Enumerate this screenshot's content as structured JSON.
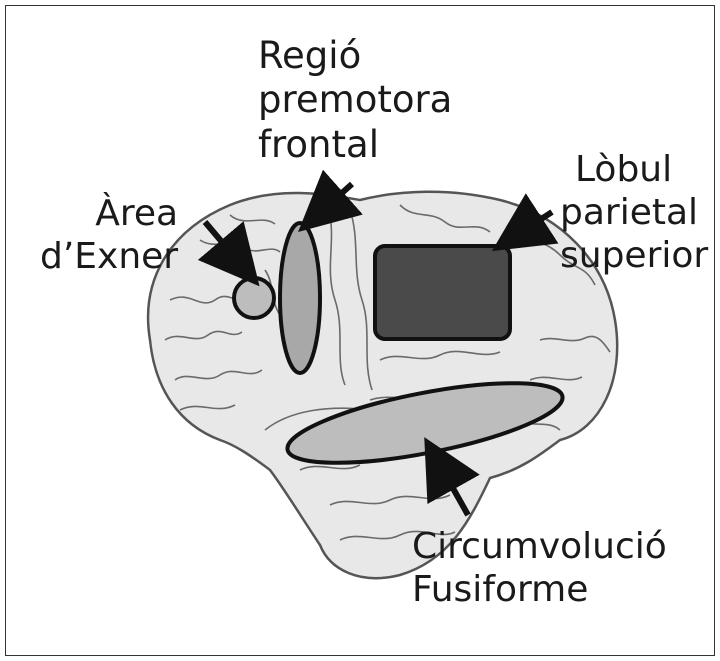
{
  "labels": {
    "premotor": {
      "lines": [
        "Regió",
        "premotora",
        "frontal"
      ]
    },
    "exner": {
      "lines": [
        "Àrea",
        "d’Exner"
      ]
    },
    "parietal": {
      "lines": [
        "Lòbul",
        "parietal",
        "superior"
      ]
    },
    "fusiform": {
      "lines": [
        "Circumvolució",
        "Fusiforme"
      ]
    }
  },
  "colors": {
    "brain_fill": "#e8e8e8",
    "brain_folds": "#555555",
    "region_light": "#bdbdbd",
    "region_dark": "#4a4a4a",
    "outline": "#111111"
  }
}
